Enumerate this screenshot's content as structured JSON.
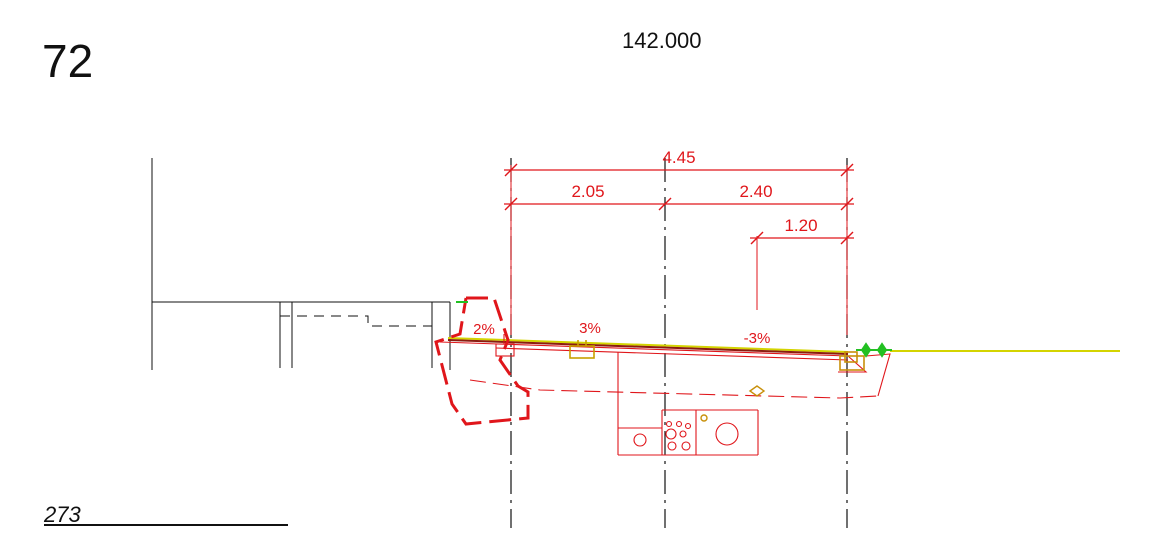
{
  "header": {
    "page_number": "72",
    "station": "142.000"
  },
  "footer": {
    "reference": "273"
  },
  "dimensions": {
    "total_width": "4.45",
    "left_part": "2.05",
    "right_part": "2.40",
    "offset": "1.20"
  },
  "slopes": {
    "left_edge": "2%",
    "left_lane": "3%",
    "right_lane": "-3%"
  },
  "colors": {
    "annotation": "#e0161b",
    "outline": "#111111",
    "surface": "#d4d400",
    "fixture": "#c8900a",
    "existing_ground": "#22c022"
  }
}
